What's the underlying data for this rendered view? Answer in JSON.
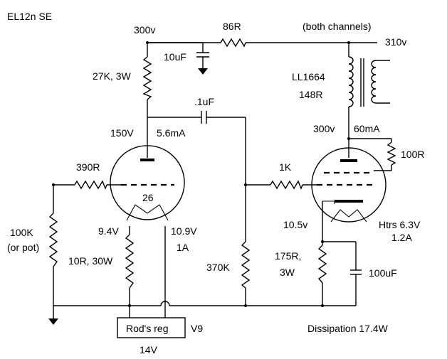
{
  "labels": {
    "title": "EL12n SE",
    "b_plus_26": "300v",
    "r_dropper": "86R",
    "both_channels": "(both channels)",
    "b_plus_main": "310v",
    "c_filter": "10uF",
    "r_plate_26": "27K, 3W",
    "c_coupling": ".1uF",
    "transformer": "LL1664",
    "transformer_dcr": "148R",
    "v_plate_26": "150V",
    "i_plate_26": "5.6mA",
    "v_plate_el12": "300v",
    "i_plate_el12": "60mA",
    "r_g2": "100R",
    "r_grid_26": "390R",
    "r_grid_el12": "1K",
    "tube_26": "26",
    "r_input": "100K",
    "r_input_note": "(or pot)",
    "v_fil_a": "9.4V",
    "v_fil_b": "10.9V",
    "i_fil": "1A",
    "r_fil": "10R, 30W",
    "r_grid_leak": "370K",
    "v_cathode": "10.5v",
    "r_cathode": "175R,",
    "r_cathode_w": "3W",
    "heaters": "Htrs 6.3V",
    "heaters_i": "1.2A",
    "c_cathode": "100uF",
    "regulator": "Rod's reg",
    "reg_ref": "V9",
    "reg_out": "14V",
    "dissipation": "Dissipation 17.4W"
  }
}
